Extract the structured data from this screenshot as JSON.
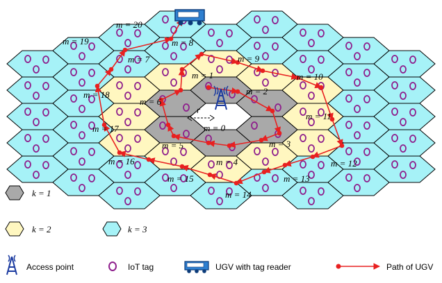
{
  "colors": {
    "k1_fill": "#a9a9a9",
    "k2_fill": "#fff7c0",
    "k3_fill": "#a6f2f7",
    "center_fill": "#ffffff",
    "hex_stroke": "#000000",
    "tag": "#8e1e8c",
    "path": "#e82020",
    "antenna": "#1a3aa0",
    "ugv": "#2e7fd0"
  },
  "cells": [
    {
      "m": "m = 0",
      "ring": 0
    },
    {
      "m": "m = 1",
      "ring": 1
    },
    {
      "m": "m = 2",
      "ring": 1
    },
    {
      "m": "m = 3",
      "ring": 1
    },
    {
      "m": "m = 4",
      "ring": 1
    },
    {
      "m": "m = 5",
      "ring": 1
    },
    {
      "m": "m = 6",
      "ring": 1
    },
    {
      "m": "m = 7",
      "ring": 2
    },
    {
      "m": "m = 8",
      "ring": 2
    },
    {
      "m": "m = 9",
      "ring": 2
    },
    {
      "m": "m = 10",
      "ring": 2
    },
    {
      "m": "m = 11",
      "ring": 2
    },
    {
      "m": "m = 12",
      "ring": 2
    },
    {
      "m": "m = 13",
      "ring": 2
    },
    {
      "m": "m = 14",
      "ring": 2
    },
    {
      "m": "m = 15",
      "ring": 2
    },
    {
      "m": "m = 16",
      "ring": 2
    },
    {
      "m": "m = 17",
      "ring": 2
    },
    {
      "m": "m = 18",
      "ring": 2
    },
    {
      "m": "m = 19",
      "ring": 3
    },
    {
      "m": "m = 20",
      "ring": 3
    }
  ],
  "radius_label": "r",
  "legend": {
    "k1": "k = 1",
    "k2": "k = 2",
    "k3": "k = 3",
    "access_point": "Access point",
    "iot_tag": "IoT tag",
    "ugv": "UGV with tag reader",
    "path": "Path of UGV"
  }
}
